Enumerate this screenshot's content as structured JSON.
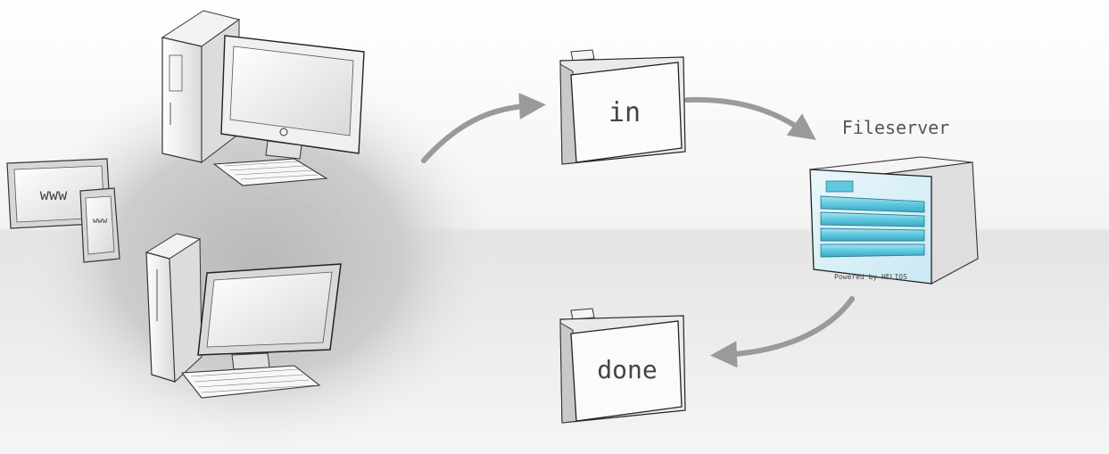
{
  "devices": {
    "tablet_large_label": "www",
    "tablet_small_label": "www"
  },
  "folders": {
    "in_label": "in",
    "done_label": "done"
  },
  "server": {
    "title": "Fileserver",
    "badge": "Powered by HELIOS"
  },
  "colors": {
    "arrow": "#9a9a9a",
    "server_screen": "#5fc8de",
    "shadow": "#cfcfcf",
    "line": "#333333"
  }
}
